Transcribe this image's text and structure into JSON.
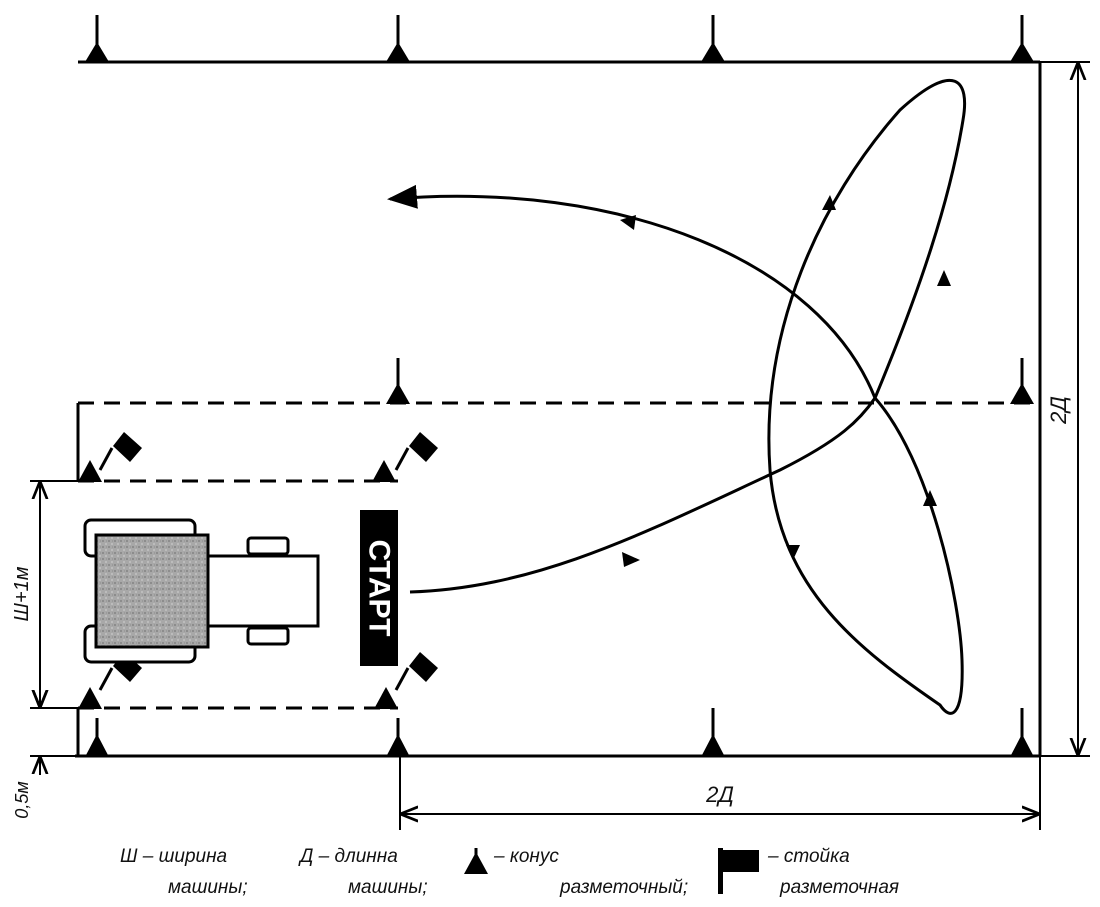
{
  "start_label": "СТАРТ",
  "dimensions": {
    "right_height": "2Д",
    "bottom_length": "2Д",
    "left_width": "Ш+1м",
    "left_offset": "0,5м"
  },
  "legend": {
    "width_line1": "Ш – ширина",
    "width_line2": "машины;",
    "length_line1": "Д – длинна",
    "length_line2": "машины;",
    "cone_line1": "– конус",
    "cone_line2": "разметочный;",
    "stand_line1": "– стойка",
    "stand_line2": "разметочная"
  },
  "icons": {
    "cone": "cone-icon",
    "stand": "stand-icon",
    "vehicle": "tractor-icon"
  }
}
